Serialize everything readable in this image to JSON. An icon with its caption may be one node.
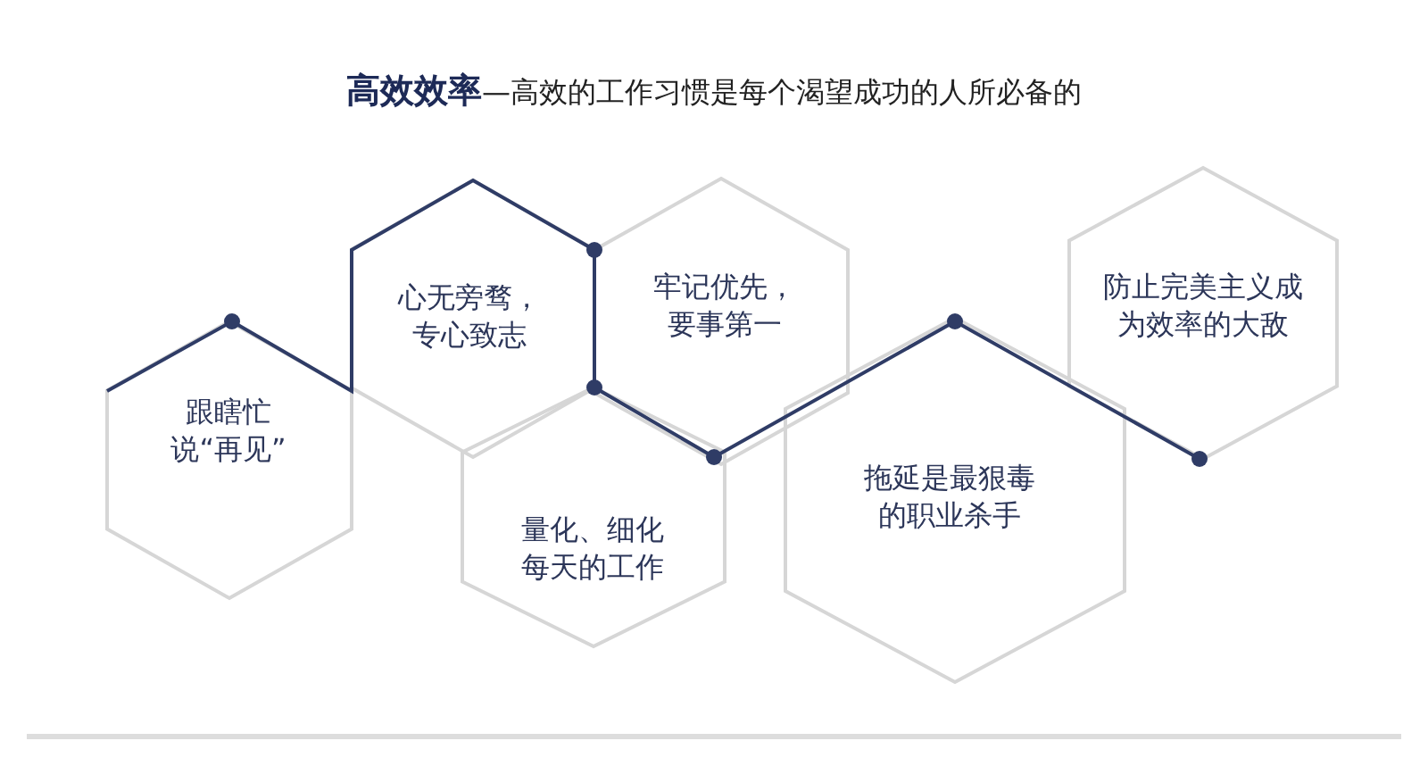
{
  "diagram": {
    "title": "**高效效率**—高效的工作习惯是每个渴望成功的人所必备的",
    "nodes": [
      {
        "text": [
          "跟瞎忙说“再见”"
        ]
      },
      {
        "text": [
          "心无旁骛，专心致志"
        ]
      },
      {
        "text": [
          "牢记优先，要事第一"
        ]
      },
      {
        "text": [
          "量化、细化每天的工作"
        ]
      },
      {
        "text": [
          "拖延是最狠毒的职业杀手"
        ]
      },
      {
        "text": [
          "防止完美主义成为效率的大敌"
        ]
      }
    ]
  }
}
